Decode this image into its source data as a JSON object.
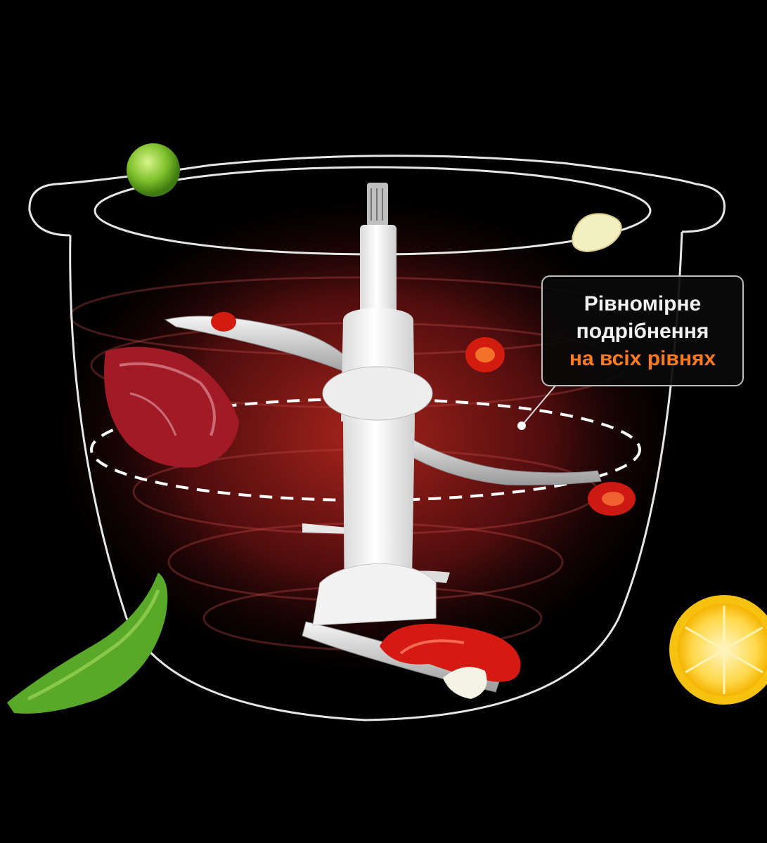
{
  "callout": {
    "line1": "Рівномірне",
    "line2": "подрібнення",
    "highlight": "на всіх рівнях",
    "highlight_color": "#ff7a1a"
  },
  "colors": {
    "background": "#000000",
    "bowl_outline": "#e6e6e6",
    "inner_glow": "#8c1717"
  },
  "icons": [
    "pea-icon",
    "garlic-icon",
    "meat-icon",
    "tomato-icon",
    "pepper-icon",
    "peapod-icon",
    "lemon-icon",
    "blade-icon"
  ]
}
